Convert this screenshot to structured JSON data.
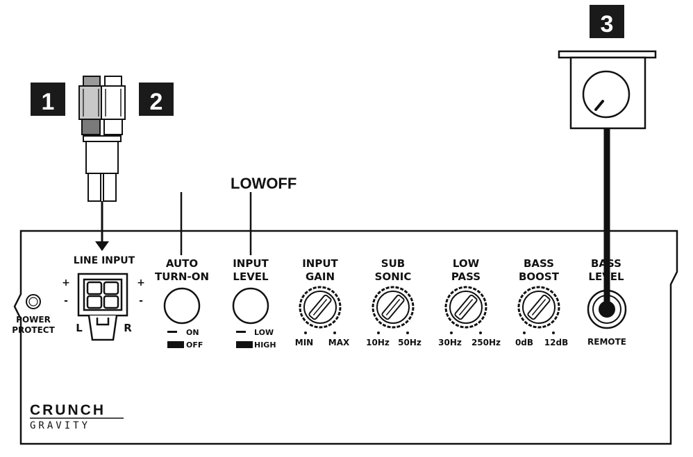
{
  "callouts": [
    {
      "num": "1"
    },
    {
      "num": "2"
    },
    {
      "num": "3"
    }
  ],
  "lowoff_label": "LOWOFF",
  "power_protect": {
    "line1": "POWER",
    "line2": "PROTECT"
  },
  "line_input": {
    "title": "LINE INPUT",
    "left": "L",
    "right": "R",
    "plus": "+",
    "minus": "-"
  },
  "controls": [
    {
      "title1": "AUTO",
      "title2": "TURN-ON",
      "opt1": "ON",
      "opt2": "OFF"
    },
    {
      "title1": "INPUT",
      "title2": "LEVEL",
      "opt1": "LOW",
      "opt2": "HIGH"
    },
    {
      "title1": "INPUT",
      "title2": "GAIN",
      "min": "MIN",
      "max": "MAX"
    },
    {
      "title1": "SUB",
      "title2": "SONIC",
      "min": "10Hz",
      "max": "50Hz"
    },
    {
      "title1": "LOW",
      "title2": "PASS",
      "min": "30Hz",
      "max": "250Hz"
    },
    {
      "title1": "BASS",
      "title2": "BOOST",
      "min": "0dB",
      "max": "12dB"
    },
    {
      "title1": "BASS",
      "title2": "LEVEL",
      "min": "REMOTE"
    }
  ],
  "brand": {
    "line1": "CRUNCH",
    "line2": "GRAVITY"
  },
  "colors": {
    "ink": "#111111",
    "callout_bg": "#1a1a1a",
    "callout_text": "#ffffff",
    "panel_fill": "#ffffff"
  }
}
